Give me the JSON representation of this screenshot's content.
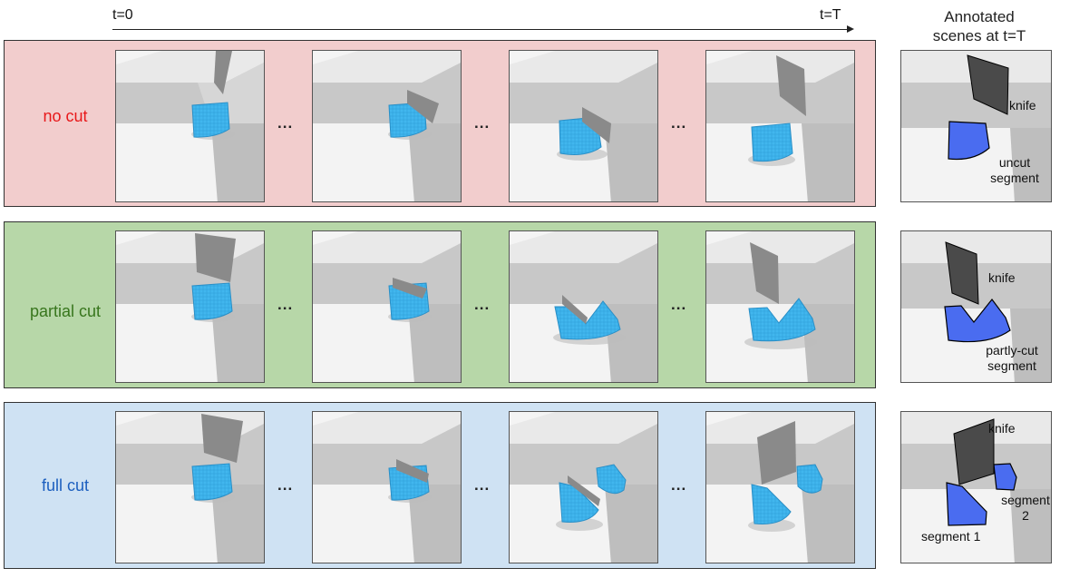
{
  "timeline": {
    "start_label": "t=0",
    "end_label": "t=T"
  },
  "annotated_header": {
    "line1": "Annotated",
    "line2": "scenes at t=T"
  },
  "ellipsis": "...",
  "colors": {
    "no_cut_band": "#f2cdcd",
    "no_cut_text": "#e8181a",
    "partial_cut_band": "#b7d7a8",
    "partial_cut_text": "#38761d",
    "full_cut_band": "#cfe2f3",
    "full_cut_text": "#1c5fbf",
    "block": "#41b6ee",
    "knife": "#8a8a8a",
    "segment": "#4a6cf0"
  },
  "rows": [
    {
      "label": "no cut",
      "annotation": {
        "knife": "knife",
        "segments": [
          "uncut",
          "segment"
        ]
      }
    },
    {
      "label": "partial cut",
      "annotation": {
        "knife": "knife",
        "segments": [
          "partly-cut",
          "segment"
        ]
      }
    },
    {
      "label": "full cut",
      "annotation": {
        "knife": "knife",
        "segment1": "segment 1",
        "segment2": "segment 2"
      }
    }
  ]
}
